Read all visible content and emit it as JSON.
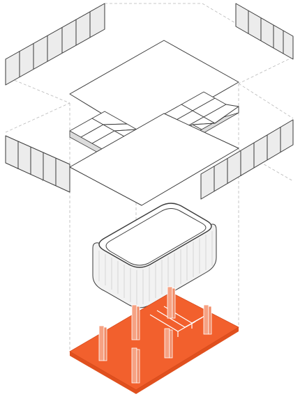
{
  "figure": {
    "kind": "exploded axonometric assembly diagram",
    "printed_text": "",
    "colors": {
      "background": "#ffffff",
      "line": "#3a3a3a",
      "guide": "#b8b8b8",
      "panel_fill": "#ececec",
      "accent_base": "#f2602d",
      "accent_posts": "#f6a283"
    },
    "layers": [
      {
        "id": "upper-facade-panels",
        "count": 2,
        "panels_per_group": 7
      },
      {
        "id": "roof-plane"
      },
      {
        "id": "l-shaped-grid-frame",
        "cells": 24
      },
      {
        "id": "floor-plane"
      },
      {
        "id": "lower-facade-panels",
        "count": 2,
        "panels_per_group": 7
      },
      {
        "id": "rounded-rectangular-enclosure"
      },
      {
        "id": "base-slab",
        "color": "accent"
      },
      {
        "id": "vertical-posts",
        "count": 6
      },
      {
        "id": "stair-steps",
        "count": 3
      }
    ]
  }
}
